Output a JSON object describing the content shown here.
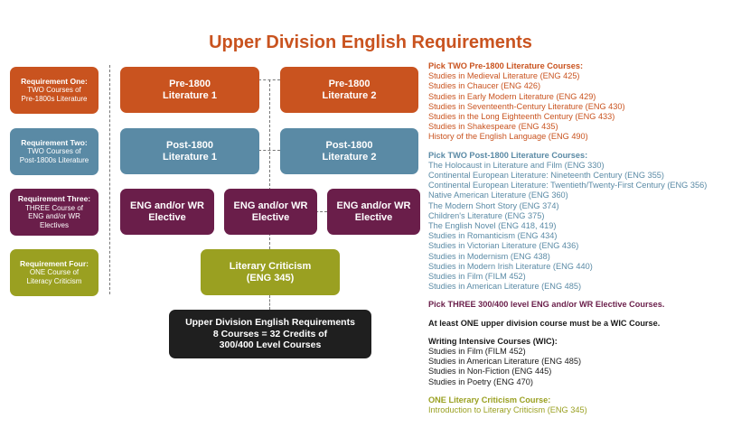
{
  "title": "Upper Division English Requirements",
  "colors": {
    "orange": "#c9531f",
    "blue": "#5a8aa5",
    "purple": "#6a1e4a",
    "olive": "#9aa021",
    "black": "#1f1f1f"
  },
  "requirements": [
    {
      "title": "Requirement One:",
      "lines": [
        "TWO Courses of",
        "Pre-1800s Literature"
      ]
    },
    {
      "title": "Requirement Two:",
      "lines": [
        "TWO Courses of",
        "Post-1800s Literature"
      ]
    },
    {
      "title": "Requirement Three:",
      "lines": [
        "THREE Course of",
        "ENG and/or WR Electives"
      ]
    },
    {
      "title": "Requirement Four:",
      "lines": [
        "ONE Course of",
        "Literacy Criticism"
      ]
    }
  ],
  "boxes": {
    "pre1": [
      "Pre-1800",
      "Literature 1"
    ],
    "pre2": [
      "Pre-1800",
      "Literature 2"
    ],
    "post1": [
      "Post-1800",
      "Literature 1"
    ],
    "post2": [
      "Post-1800",
      "Literature 2"
    ],
    "elective1": [
      "ENG and/or WR",
      "Elective"
    ],
    "elective2": [
      "ENG and/or WR",
      "Elective"
    ],
    "elective3": [
      "ENG and/or WR",
      "Elective"
    ],
    "crit": [
      "Literary Criticism",
      "(ENG 345)"
    ],
    "total": [
      "Upper Division English Requirements",
      "8 Courses = 32 Credits of",
      "300/400 Level Courses"
    ]
  },
  "right": {
    "pre_heading": "Pick TWO Pre-1800 Literature Courses:",
    "pre_items": [
      "Studies in Medieval Literature (ENG 425)",
      "Studies in Chaucer (ENG 426)",
      "Studies in Early Modern Literature (ENG 429)",
      "Studies in Seventeenth-Century Literature (ENG 430)",
      "Studies in the Long Eighteenth Century (ENG 433)",
      "Studies in Shakespeare (ENG 435)",
      "History of the English Language (ENG 490)"
    ],
    "post_heading": "Pick TWO Post-1800 Literature Courses:",
    "post_items": [
      "The Holocaust in Literature and Film (ENG 330)",
      "Continental European Literature: Nineteenth Century (ENG 355)",
      "Continental European Literature: Twentieth/Twenty-First Century (ENG 356)",
      "Native American Literature (ENG 360)",
      "The Modern Short Story (ENG 374)",
      "Children's Literature (ENG 375)",
      "The English Novel (ENG 418, 419)",
      "Studies in Romanticism (ENG 434)",
      "Studies in Victorian Literature (ENG 436)",
      "Studies in Modernism (ENG 438)",
      "Studies in Modern Irish Literature (ENG 440)",
      "Studies in Film (FILM 452)",
      "Studies in American Literature (ENG 485)"
    ],
    "elective_note": "Pick THREE 300/400 level ENG and/or WR Elective Courses.",
    "wic_note": "At least ONE upper division course must be a WIC Course.",
    "wic_heading": "Writing Intensive Courses (WIC):",
    "wic_items": [
      "Studies in Film (FILM 452)",
      "Studies in American Literature (ENG 485)",
      "Studies in Non-Fiction (ENG 445)",
      "Studies in Poetry (ENG 470)"
    ],
    "crit_heading": "ONE Literary Criticism Course:",
    "crit_items": [
      "Introduction to Literary Criticism (ENG 345)"
    ]
  }
}
